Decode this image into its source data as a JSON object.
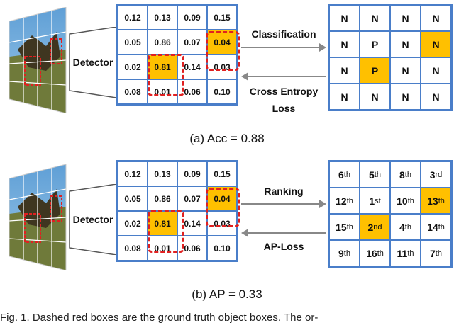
{
  "panel_a": {
    "detector_label": "Detector",
    "scores": [
      [
        "0.12",
        "0.13",
        "0.09",
        "0.15"
      ],
      [
        "0.05",
        "0.86",
        "0.07",
        "0.04"
      ],
      [
        "0.02",
        "0.81",
        "0.14",
        "0.03"
      ],
      [
        "0.08",
        "0.01",
        "0.06",
        "0.10"
      ]
    ],
    "labels": [
      [
        "N",
        "N",
        "N",
        "N"
      ],
      [
        "N",
        "P",
        "N",
        "N"
      ],
      [
        "N",
        "P",
        "N",
        "N"
      ],
      [
        "N",
        "N",
        "N",
        "N"
      ]
    ],
    "forward_label": "Classification",
    "backward_label_1": "Cross Entropy",
    "backward_label_2": "Loss",
    "caption": "(a) Acc = 0.88"
  },
  "panel_b": {
    "detector_label": "Detector",
    "scores": [
      [
        "0.12",
        "0.13",
        "0.09",
        "0.15"
      ],
      [
        "0.05",
        "0.86",
        "0.07",
        "0.04"
      ],
      [
        "0.02",
        "0.81",
        "0.14",
        "0.03"
      ],
      [
        "0.08",
        "0.01",
        "0.06",
        "0.10"
      ]
    ],
    "ranks": [
      [
        [
          "6",
          "th"
        ],
        [
          "5",
          "th"
        ],
        [
          "8",
          "th"
        ],
        [
          "3",
          "rd"
        ]
      ],
      [
        [
          "12",
          "th"
        ],
        [
          "1",
          "st"
        ],
        [
          "10",
          "th"
        ],
        [
          "13",
          "th"
        ]
      ],
      [
        [
          "15",
          "th"
        ],
        [
          "2",
          "nd"
        ],
        [
          "4",
          "th"
        ],
        [
          "14",
          "th"
        ]
      ],
      [
        [
          "9",
          "th"
        ],
        [
          "16",
          "th"
        ],
        [
          "11",
          "th"
        ],
        [
          "7",
          "th"
        ]
      ]
    ],
    "forward_label": "Ranking",
    "backward_label": "AP-Loss",
    "caption": "(b) AP = 0.33"
  },
  "figure_caption": "Fig. 1. Dashed red boxes are the ground truth object boxes. The or-",
  "colors": {
    "highlight": "#ffc000",
    "grid": "#4a7ec9",
    "gt_box": "#e02020"
  }
}
